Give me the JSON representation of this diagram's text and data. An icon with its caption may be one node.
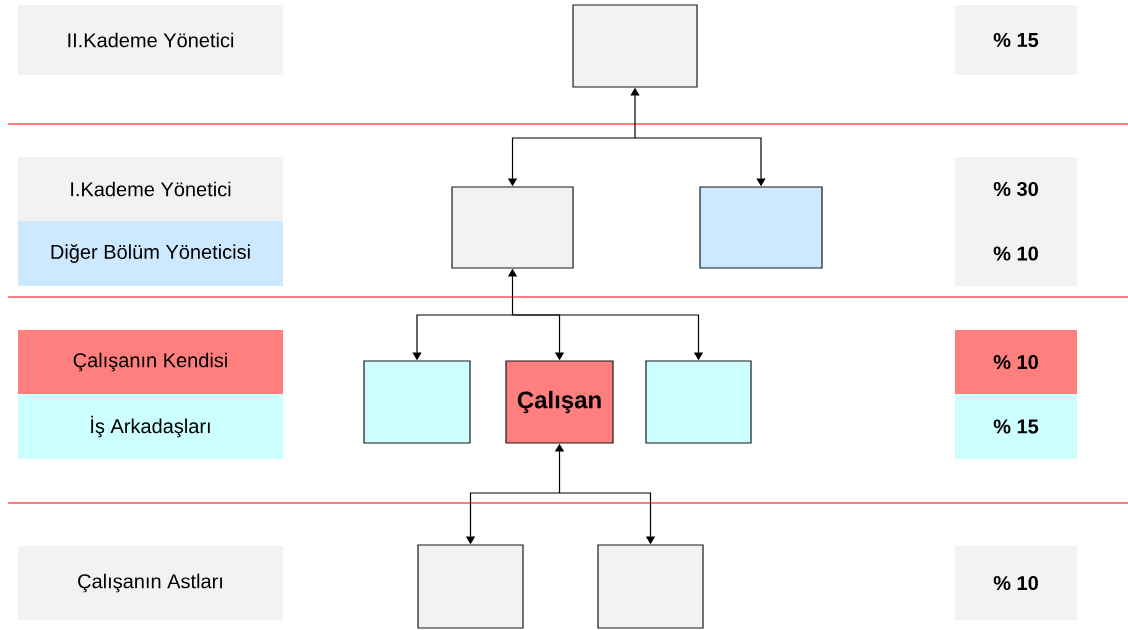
{
  "diagram": {
    "nodes": [
      {
        "text": [
          "II.Kademe Yönetici"
        ]
      },
      {
        "text": [],
        "shape": "box"
      },
      {
        "text": [
          "% 15"
        ]
      },
      {
        "text": [
          "I.Kademe Yönetici"
        ]
      },
      {
        "text": [],
        "shape": "box"
      },
      {
        "text": [],
        "shape": "box"
      },
      {
        "text": [
          "% 30"
        ]
      },
      {
        "text": [
          "Diğer Bölüm Yöneticisi"
        ]
      },
      {
        "text": [
          "% 10"
        ]
      },
      {
        "text": [
          "Çalışanın Kendisi"
        ]
      },
      {
        "text": [],
        "shape": "box"
      },
      {
        "text": [
          "Çalışan"
        ]
      },
      {
        "text": [],
        "shape": "box"
      },
      {
        "text": [
          "% 10"
        ]
      },
      {
        "text": [
          "İş Arkadaşları"
        ]
      },
      {
        "text": [
          "% 15"
        ]
      },
      {
        "text": [
          "Çalışanın Astları"
        ]
      },
      {
        "text": [],
        "shape": "box"
      },
      {
        "text": [],
        "shape": "box"
      },
      {
        "text": [
          "% 10"
        ]
      }
    ],
    "edges": [
      {
        "from": 1,
        "to": 4,
        "arrow": "both"
      },
      {
        "from": 1,
        "to": 5,
        "arrow": "both"
      },
      {
        "from": 4,
        "to": 10,
        "arrow": "both"
      },
      {
        "from": 4,
        "to": 11,
        "arrow": "both"
      },
      {
        "from": 4,
        "to": 12,
        "arrow": "both"
      },
      {
        "from": 11,
        "to": 17,
        "arrow": "both"
      },
      {
        "from": 11,
        "to": 18,
        "arrow": "both"
      }
    ]
  }
}
